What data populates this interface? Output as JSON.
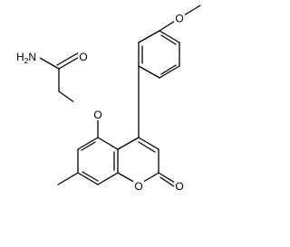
{
  "molecule": {
    "atoms": {
      "methoxy_oxygen": "O",
      "ether_oxygen": "O",
      "amide_nitrogen": "H2N",
      "amide_oxygen": "O",
      "ring_oxygen": "O",
      "lactone_oxygen": "O"
    }
  }
}
